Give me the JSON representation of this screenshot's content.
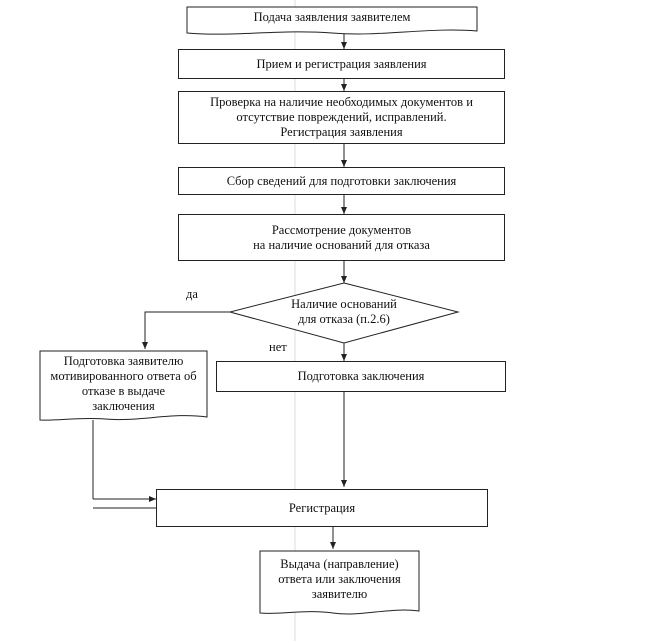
{
  "steps": {
    "submit": "Подача заявления заявителем",
    "receive": "Прием и регистрация заявления",
    "check": "Проверка на наличие необходимых документов и\nотсутствие повреждений, исправлений.\nРегистрация заявления",
    "collect": "Сбор сведений для подготовки заключения",
    "review": "Рассмотрение документов\nна наличие оснований для отказа",
    "decision": "Наличие оснований\nдля отказа (п.2.6)",
    "refusal": "Подготовка заявителю\nмотивированного ответа об\nотказе в выдаче\nзаключения",
    "conclusion": "Подготовка заключения",
    "registration": "Регистрация",
    "issue": "Выдача (направление)\nответа или заключения\nзаявителю"
  },
  "labels": {
    "yes": "да",
    "no": "нет"
  }
}
